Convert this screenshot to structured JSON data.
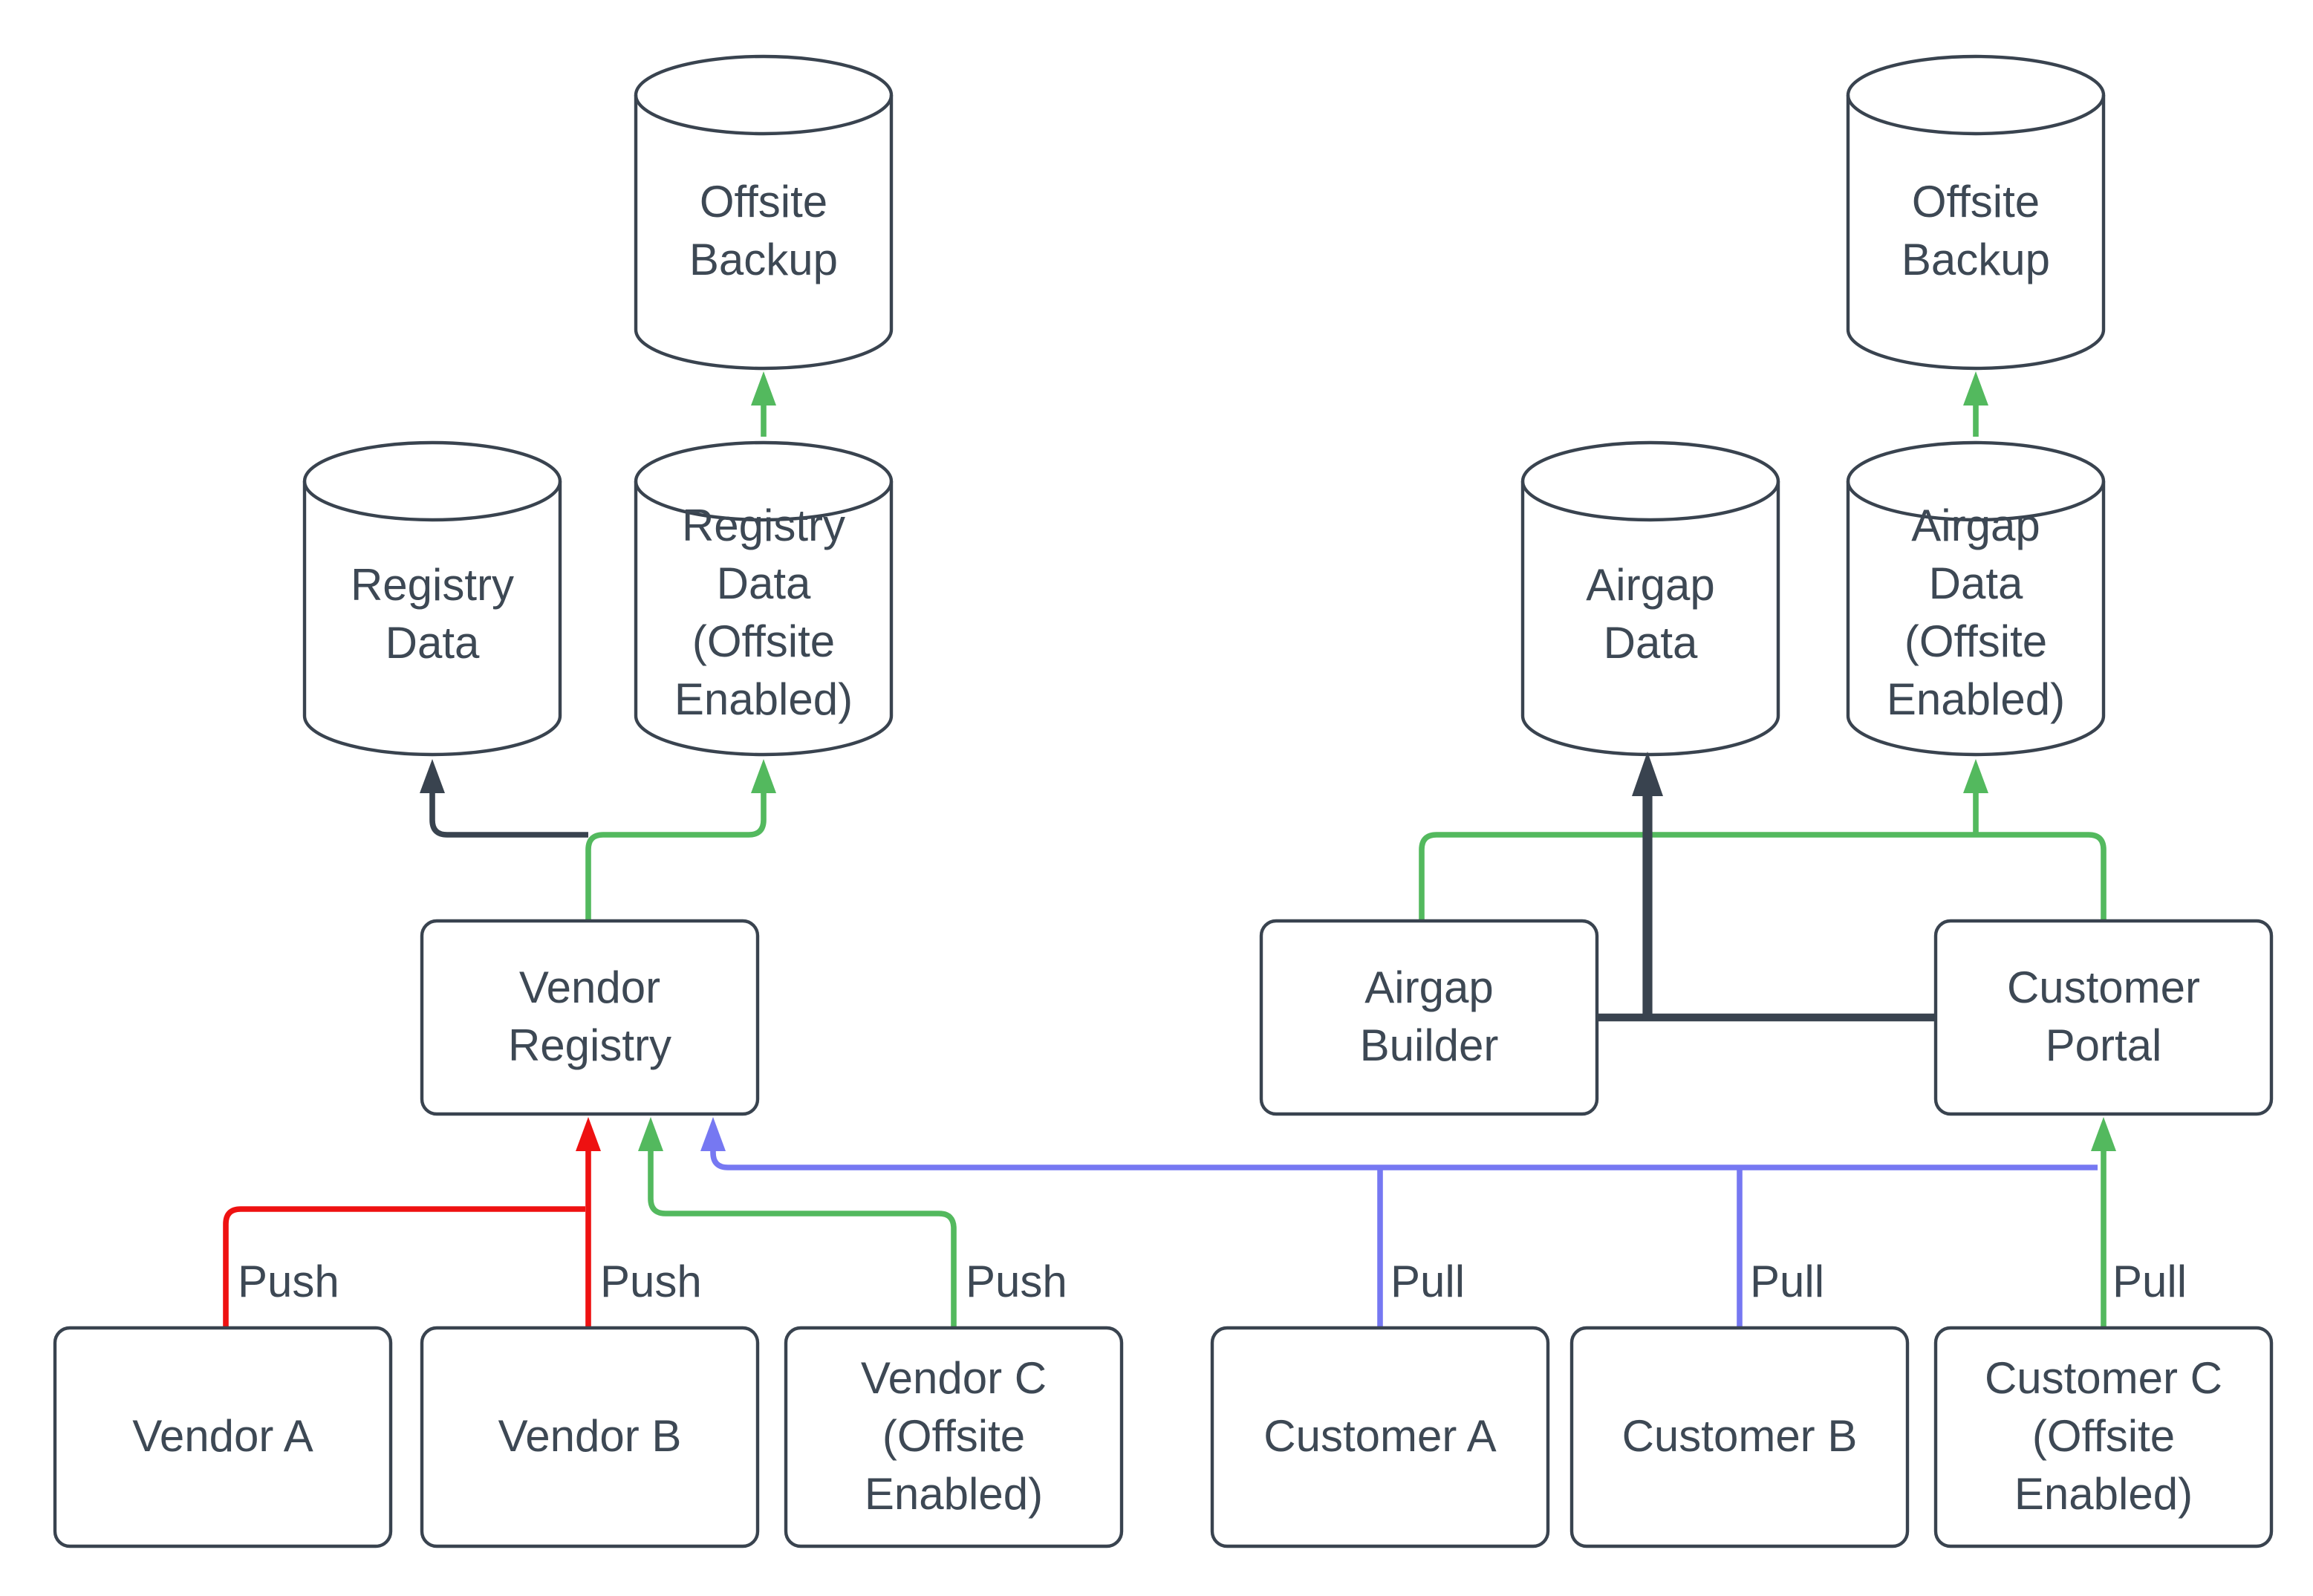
{
  "colors": {
    "stroke_dark": "#39434f",
    "flow_green": "#53b95e",
    "flow_red": "#ee1111",
    "flow_blue": "#7678f2",
    "node_fill": "#ffffff",
    "text": "#3d4854",
    "background": "#ffffff"
  },
  "nodes": {
    "offsite_backup_left": "Offsite\nBackup",
    "registry_data": "Registry\nData",
    "registry_data_offsite": "Registry\nData\n(Offsite\nEnabled)",
    "vendor_registry": "Vendor\nRegistry",
    "vendor_a": "Vendor A",
    "vendor_b": "Vendor B",
    "vendor_c": "Vendor C\n(Offsite\nEnabled)",
    "offsite_backup_right": "Offsite\nBackup",
    "airgap_data": "Airgap\nData",
    "airgap_data_offsite": "Airgap\nData\n(Offsite\nEnabled)",
    "airgap_builder": "Airgap\nBuilder",
    "customer_portal": "Customer\nPortal",
    "customer_a": "Customer A",
    "customer_b": "Customer B",
    "customer_c": "Customer C\n(Offsite\nEnabled)"
  },
  "edges": [
    {
      "label": "Push",
      "from": "vendor_a",
      "to": "vendor_registry",
      "color": "#ee1111"
    },
    {
      "label": "Push",
      "from": "vendor_b",
      "to": "vendor_registry",
      "color": "#ee1111"
    },
    {
      "label": "Push",
      "from": "vendor_c",
      "to": "vendor_registry",
      "color": "#53b95e"
    },
    {
      "label": "Pull",
      "from": "customer_a",
      "to": "vendor_registry",
      "color": "#7678f2"
    },
    {
      "label": "Pull",
      "from": "customer_b",
      "to": "vendor_registry",
      "color": "#7678f2"
    },
    {
      "label": "Pull",
      "from": "customer_c",
      "to": "customer_portal",
      "color": "#53b95e"
    },
    {
      "label": "",
      "from": "vendor_registry",
      "to": "registry_data",
      "color": "#39434f"
    },
    {
      "label": "",
      "from": "vendor_registry",
      "to": "registry_data_offsite",
      "color": "#53b95e"
    },
    {
      "label": "",
      "from": "registry_data_offsite",
      "to": "offsite_backup_left",
      "color": "#53b95e"
    },
    {
      "label": "",
      "from": "customer_portal",
      "to": "airgap_builder",
      "color": "#53b95e"
    },
    {
      "label": "",
      "from": "customer_portal",
      "to": "airgap_data_offsite",
      "color": "#53b95e"
    },
    {
      "label": "",
      "from": "airgap_data_offsite",
      "to": "offsite_backup_right",
      "color": "#53b95e"
    },
    {
      "label": "",
      "from": "airgap_builder",
      "to": "airgap_data",
      "color": "#39434f"
    },
    {
      "label": "",
      "from": "customer_portal",
      "to": "airgap_data",
      "color": "#39434f"
    }
  ]
}
